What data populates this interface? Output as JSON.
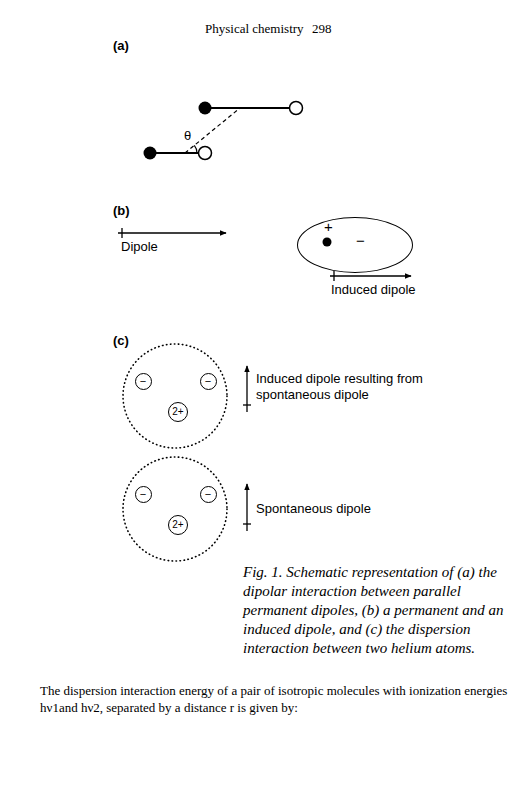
{
  "diagram": {
    "caption": "Fig. 1. Schematic representation of (a) the dipolar interaction between parallel permanent dipoles, (b) a permanent and an induced dipole, and (c) the dispersion interaction between two helium atoms.",
    "nodes": [
      {
        "text": [
          "+",
          "−"
        ]
      },
      {
        "text": [
          "−"
        ]
      },
      {
        "text": [
          "−"
        ]
      },
      {
        "text": [
          "2+"
        ]
      },
      {
        "text": [
          "−"
        ]
      },
      {
        "text": [
          "−"
        ]
      },
      {
        "text": [
          "2+"
        ]
      }
    ],
    "labels": [
      "Physical chemistry",
      "298",
      "(a)",
      "θ",
      "(b)",
      "Dipole",
      "Induced dipole",
      "(c)",
      "Induced dipole resulting from spontaneous dipole",
      "Spontaneous dipole",
      "The dispersion interaction energy of a pair of isotropic molecules with ionization energies hν1and hν2, separated by a distance r is given by:"
    ]
  }
}
